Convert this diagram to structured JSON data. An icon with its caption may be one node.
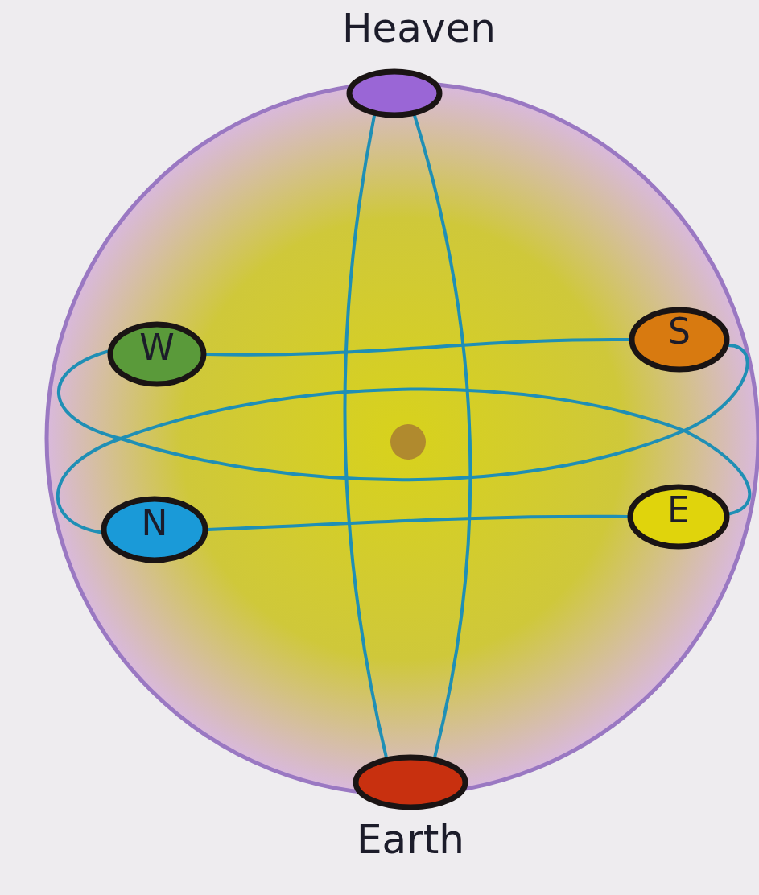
{
  "diagram": {
    "nodes": [
      {
        "text": [
          "Heaven"
        ]
      },
      {
        "text": [
          "W"
        ]
      },
      {
        "text": [
          "S"
        ]
      },
      {
        "text": [],
        "shape": "circle"
      },
      {
        "text": [
          "N"
        ]
      },
      {
        "text": [
          "E"
        ]
      },
      {
        "text": [
          "Earth"
        ]
      }
    ],
    "edges": [
      {
        "from": 0,
        "to": 6,
        "arrow": "none"
      },
      {
        "from": 0,
        "to": 6,
        "arrow": "none"
      },
      {
        "from": 1,
        "to": 2,
        "arrow": "none"
      },
      {
        "from": 1,
        "to": 2,
        "arrow": "none"
      },
      {
        "from": 4,
        "to": 5,
        "arrow": "none"
      },
      {
        "from": 4,
        "to": 5,
        "arrow": "none"
      }
    ]
  }
}
